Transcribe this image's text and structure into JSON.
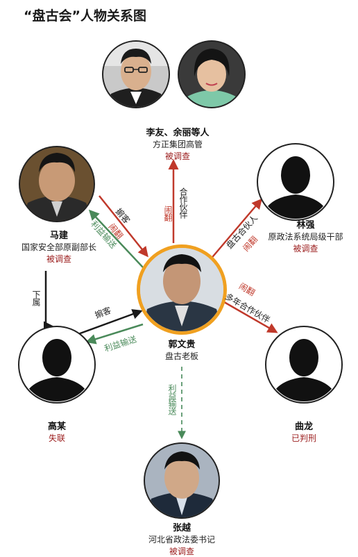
{
  "title": "“盘古会”人物关系图",
  "colors": {
    "red": "#c0392b",
    "green": "#4a8a5a",
    "black": "#1a1a1a",
    "dashGreen": "#6aa07a",
    "center_ring": "#f0a020",
    "silhouette": "#111111"
  },
  "people": {
    "liyou": {
      "name": "李友、余丽等人",
      "role": "方正集团高管",
      "status": "被调查"
    },
    "majian": {
      "name": "马建",
      "role": "国家安全部原副部长",
      "status": "被调查"
    },
    "linqiang": {
      "name": "林强",
      "role": "原政法系统局级干部",
      "status": "被调查"
    },
    "guowengui": {
      "name": "郭文贵",
      "role": "盘古老板"
    },
    "gaomou": {
      "name": "高某",
      "status": "失联"
    },
    "qulong": {
      "name": "曲龙",
      "status": "已判刑"
    },
    "zhangyue": {
      "name": "张越",
      "role": "河北省政法委书记",
      "status": "被调查"
    }
  },
  "relations": {
    "liyou_partner": "合作伙伴",
    "liyou_fallout": "闹翻",
    "majian_guest": "掮客",
    "majian_fallout": "闹翻",
    "majian_benefit": "利益输送",
    "linqiang_partner": "盘古合伙人",
    "linqiang_fallout": "闹翻",
    "qulong_partner": "多年合作伙伴",
    "qulong_fallout": "闹翻",
    "gaomou_guest": "掮客",
    "gaomou_benefit": "利益输送",
    "majian_subordinate": "下属",
    "zhangyue_benefit": "利益输送"
  }
}
